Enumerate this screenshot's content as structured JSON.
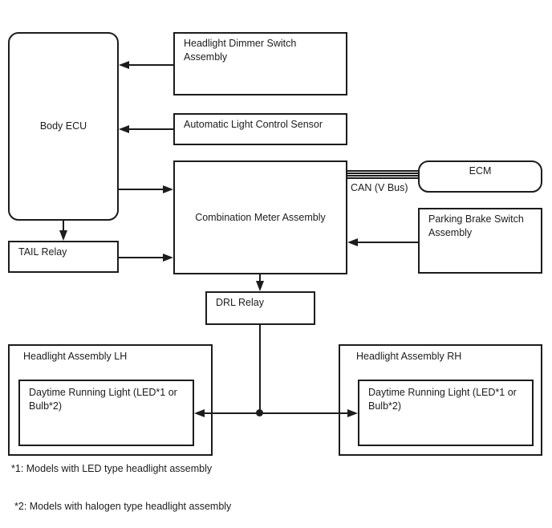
{
  "diagram": {
    "type": "system-wiring-diagram",
    "colors": {
      "line": "#1c1c1c",
      "background": "#ffffff"
    },
    "boxes": {
      "body_ecu": {
        "label": "Body ECU",
        "shape": "rounded"
      },
      "headlight_dimmer": {
        "label": "Headlight Dimmer Switch Assembly",
        "shape": "rect"
      },
      "auto_light_sensor": {
        "label": "Automatic Light Control Sensor",
        "shape": "rect"
      },
      "combination_meter": {
        "label": "Combination Meter Assembly",
        "shape": "rect"
      },
      "ecm": {
        "label": "ECM",
        "shape": "rounded"
      },
      "parking_brake": {
        "label": "Parking Brake Switch Assembly",
        "shape": "rect"
      },
      "tail_relay": {
        "label": "TAIL Relay",
        "shape": "rect"
      },
      "drl_relay": {
        "label": "DRL Relay",
        "shape": "rect"
      },
      "headlight_lh": {
        "label": "Headlight Assembly LH",
        "shape": "rect"
      },
      "drl_light_lh": {
        "label": "Daytime Running Light (LED*1 or Bulb*2)",
        "shape": "rect"
      },
      "headlight_rh": {
        "label": "Headlight Assembly RH",
        "shape": "rect"
      },
      "drl_light_rh": {
        "label": "Daytime Running Light (LED*1 or Bulb*2)",
        "shape": "rect"
      }
    },
    "bus_label": "CAN (V Bus)",
    "connections": [
      {
        "from": "headlight_dimmer",
        "to": "body_ecu",
        "type": "arrow"
      },
      {
        "from": "auto_light_sensor",
        "to": "body_ecu",
        "type": "arrow"
      },
      {
        "from": "body_ecu",
        "to": "combination_meter",
        "type": "arrow"
      },
      {
        "from": "body_ecu",
        "to": "tail_relay",
        "type": "arrow"
      },
      {
        "from": "tail_relay",
        "to": "combination_meter",
        "type": "arrow"
      },
      {
        "from": "combination_meter",
        "to": "ecm",
        "type": "bus",
        "label": "CAN (V Bus)"
      },
      {
        "from": "parking_brake",
        "to": "combination_meter",
        "type": "arrow"
      },
      {
        "from": "combination_meter",
        "to": "drl_relay",
        "type": "arrow"
      },
      {
        "from": "drl_relay",
        "to": "drl_light_lh",
        "type": "arrow"
      },
      {
        "from": "drl_relay",
        "to": "drl_light_rh",
        "type": "arrow"
      }
    ],
    "notes": [
      "*1: Models with LED type headlight assembly",
      "*2: Models with halogen type headlight assembly"
    ]
  }
}
